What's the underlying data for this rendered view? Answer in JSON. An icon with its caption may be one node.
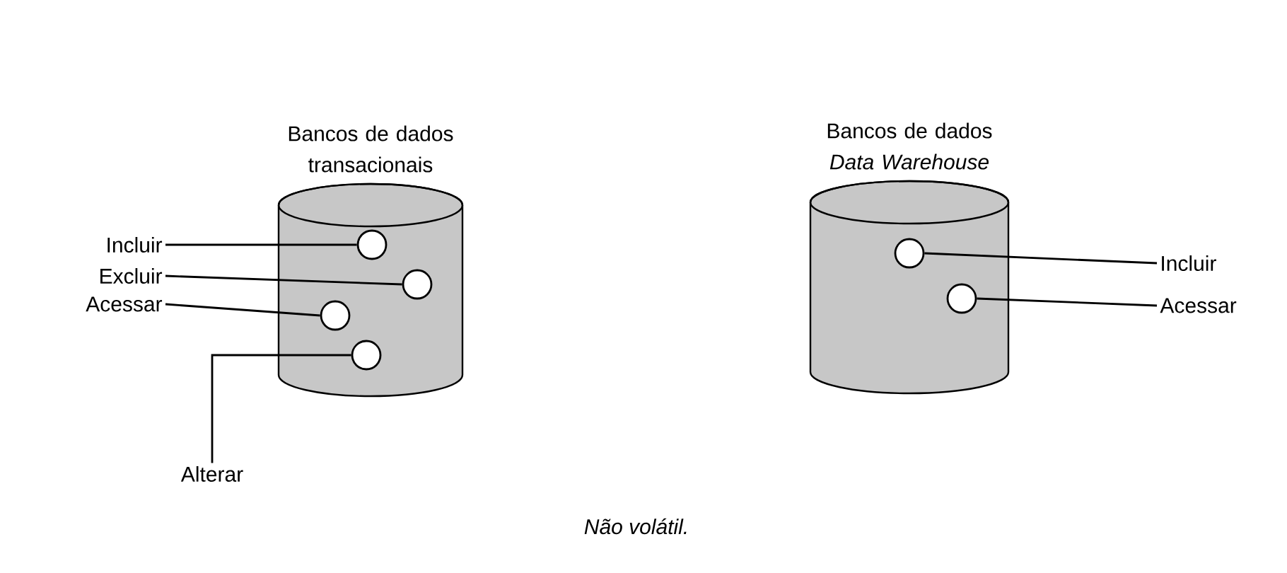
{
  "diagram": {
    "caption": "Não volátil.",
    "nodes": [
      {
        "text": [
          "Bancos de dados transacionais"
        ]
      },
      {
        "text": [],
        "shape": "circle",
        "in": 0
      },
      {
        "text": [],
        "shape": "circle",
        "in": 0
      },
      {
        "text": [],
        "shape": "circle",
        "in": 0
      },
      {
        "text": [],
        "shape": "circle",
        "in": 0
      },
      {
        "text": [
          "Bancos de dados",
          "Data Warehouse"
        ]
      },
      {
        "text": [],
        "shape": "circle",
        "in": 5
      },
      {
        "text": [],
        "shape": "circle",
        "in": 5
      },
      {
        "text": [
          "Incluir"
        ]
      },
      {
        "text": [
          "Excluir"
        ]
      },
      {
        "text": [
          "Acessar"
        ]
      },
      {
        "text": [
          "Alterar"
        ]
      },
      {
        "text": [
          "Incluir"
        ]
      },
      {
        "text": [
          "Acessar"
        ]
      }
    ],
    "edges": [
      {
        "from": 8,
        "to": 1,
        "arrow": "none"
      },
      {
        "from": 9,
        "to": 2,
        "arrow": "none"
      },
      {
        "from": 10,
        "to": 3,
        "arrow": "none"
      },
      {
        "from": 11,
        "to": 4,
        "arrow": "none"
      },
      {
        "from": 6,
        "to": 12,
        "arrow": "none"
      },
      {
        "from": 7,
        "to": 13,
        "arrow": "none"
      }
    ]
  }
}
